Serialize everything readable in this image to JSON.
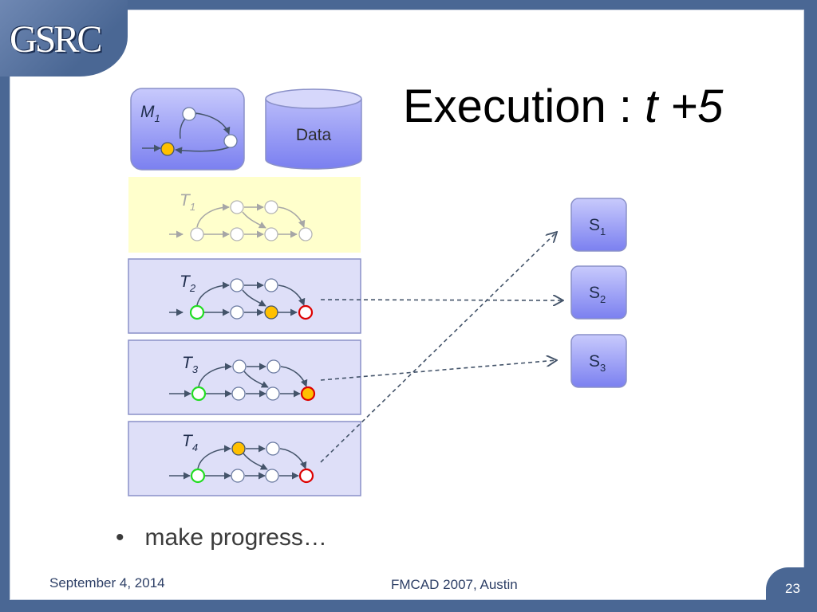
{
  "logo": {
    "text": "GSRC"
  },
  "slide": {
    "title_prefix": "Execution : ",
    "title_var": "t +5",
    "bullet": "make progress…"
  },
  "diagram": {
    "model": {
      "label": "M",
      "sub": "1"
    },
    "data_store": {
      "label": "Data"
    },
    "threads": [
      {
        "label": "T",
        "sub": "1",
        "state": "inactive"
      },
      {
        "label": "T",
        "sub": "2",
        "state": "active"
      },
      {
        "label": "T",
        "sub": "3",
        "state": "active"
      },
      {
        "label": "T",
        "sub": "4",
        "state": "active"
      }
    ],
    "states": [
      {
        "label": "S",
        "sub": "1"
      },
      {
        "label": "S",
        "sub": "2"
      },
      {
        "label": "S",
        "sub": "3"
      }
    ],
    "colors": {
      "box_fill": "#dedff8",
      "box_border": "#8a90c8",
      "inactive_fill": "#ffffcc",
      "node_current": "#ffc000",
      "node_start": "#22dd22",
      "node_end": "#dd0000",
      "arrow": "#44546a"
    }
  },
  "footer": {
    "date": "September 4, 2014",
    "conference": "FMCAD 2007, Austin",
    "page": "23"
  }
}
